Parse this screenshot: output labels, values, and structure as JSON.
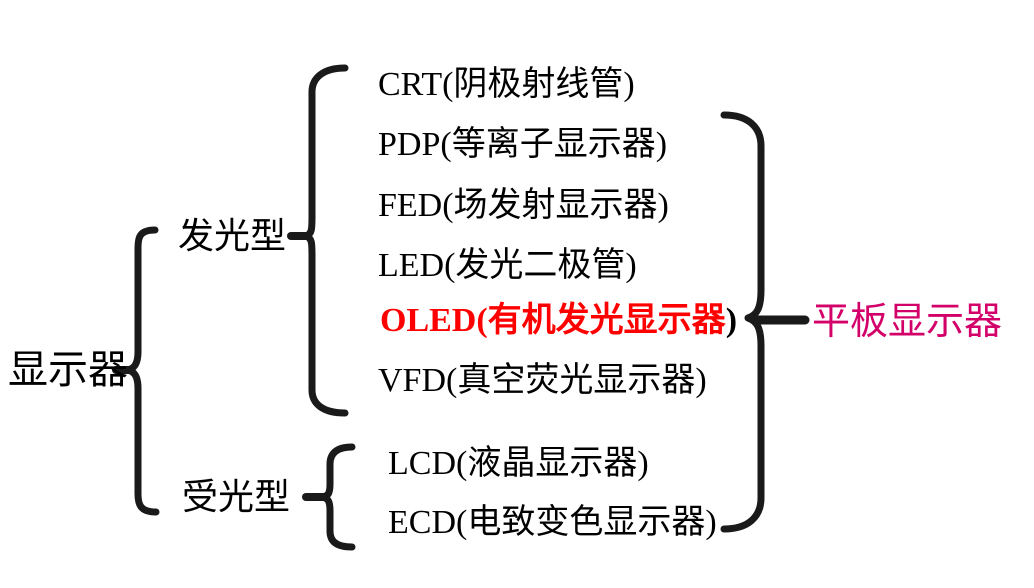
{
  "diagram": {
    "type": "tree-brace-diagram",
    "title_text": "显示器",
    "root": {
      "label": "显示器"
    },
    "categories": [
      {
        "label": "发光型"
      },
      {
        "label": "受光型"
      }
    ],
    "emissive_items": [
      {
        "abbr": "CRT",
        "cn": "(阴极射线管)",
        "full": "CRT(阴极射线管)",
        "highlight": false
      },
      {
        "abbr": "PDP",
        "cn": "(等离子显示器)",
        "full": "PDP(等离子显示器)",
        "highlight": false
      },
      {
        "abbr": "FED",
        "cn": "(场发射显示器)",
        "full": "FED(场发射显示器)",
        "highlight": false
      },
      {
        "abbr": "LED",
        "cn": "(发光二极管)",
        "full": "LED(发光二极管)",
        "highlight": false
      },
      {
        "abbr": "OLED",
        "cn": "(有机发光显示器",
        "tail": ")",
        "full": "OLED(有机发光显示器)",
        "highlight": true
      },
      {
        "abbr": "VFD",
        "cn": "(真空荧光显示器)",
        "full": "VFD(真空荧光显示器)",
        "highlight": false
      }
    ],
    "receptive_items": [
      {
        "abbr": "LCD",
        "cn": "(液晶显示器)",
        "full": "LCD(液晶显示器)",
        "highlight": false
      },
      {
        "abbr": "ECD",
        "cn": "(电致变色显示器)",
        "full": "ECD(电致变色显示器)",
        "highlight": false
      }
    ],
    "grouped_label": "平板显示器",
    "colors": {
      "text": "#000000",
      "brace": "#1a1a1a",
      "highlight": "#ff0000",
      "grouped": "#d4006a",
      "background": "#ffffff"
    }
  }
}
